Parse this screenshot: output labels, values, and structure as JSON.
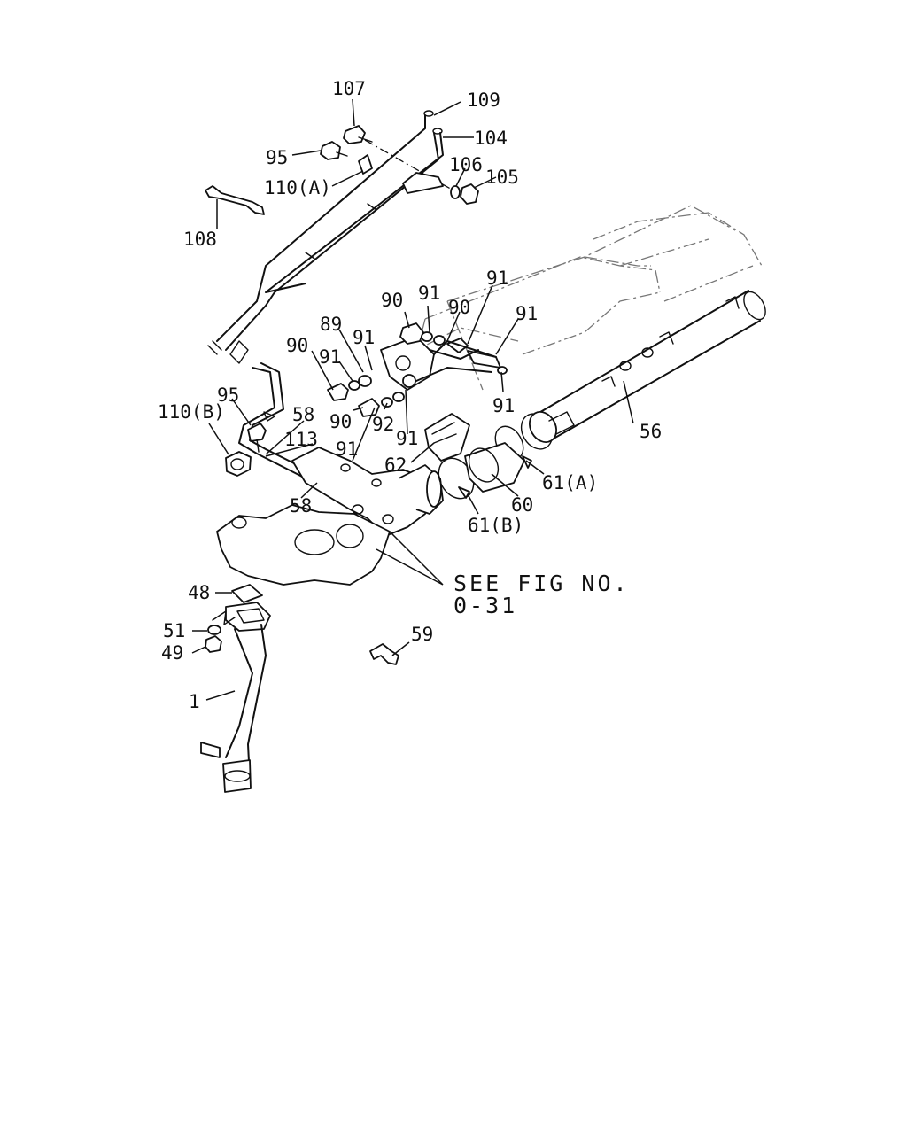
{
  "callouts": [
    {
      "id": "c107",
      "text": "107"
    },
    {
      "id": "c109",
      "text": "109"
    },
    {
      "id": "c104",
      "text": "104"
    },
    {
      "id": "c95a",
      "text": "95"
    },
    {
      "id": "c106",
      "text": "106"
    },
    {
      "id": "c105",
      "text": "105"
    },
    {
      "id": "c110a",
      "text": "110(A)"
    },
    {
      "id": "c108",
      "text": "108"
    },
    {
      "id": "c90a",
      "text": "90"
    },
    {
      "id": "c91a",
      "text": "91"
    },
    {
      "id": "c91b",
      "text": "91"
    },
    {
      "id": "c90b",
      "text": "90"
    },
    {
      "id": "c91c",
      "text": "91"
    },
    {
      "id": "c89",
      "text": "89"
    },
    {
      "id": "c91d",
      "text": "91"
    },
    {
      "id": "c90c",
      "text": "90"
    },
    {
      "id": "c91e",
      "text": "91"
    },
    {
      "id": "c91f",
      "text": "91"
    },
    {
      "id": "c110b",
      "text": "110(B)"
    },
    {
      "id": "c95b",
      "text": "95"
    },
    {
      "id": "c58a",
      "text": "58"
    },
    {
      "id": "c90d",
      "text": "90"
    },
    {
      "id": "c92",
      "text": "92"
    },
    {
      "id": "c113",
      "text": "113"
    },
    {
      "id": "c91g",
      "text": "91"
    },
    {
      "id": "c91h",
      "text": "91"
    },
    {
      "id": "c56",
      "text": "56"
    },
    {
      "id": "c62",
      "text": "62"
    },
    {
      "id": "c61a",
      "text": "61(A)"
    },
    {
      "id": "c60",
      "text": "60"
    },
    {
      "id": "c58b",
      "text": "58"
    },
    {
      "id": "c61b",
      "text": "61(B)"
    },
    {
      "id": "c48",
      "text": "48"
    },
    {
      "id": "c51",
      "text": "51"
    },
    {
      "id": "c49",
      "text": "49"
    },
    {
      "id": "c59",
      "text": "59"
    },
    {
      "id": "c1",
      "text": "1"
    }
  ],
  "reference_note": {
    "line1": "SEE FIG NO.",
    "line2": "0-31"
  }
}
